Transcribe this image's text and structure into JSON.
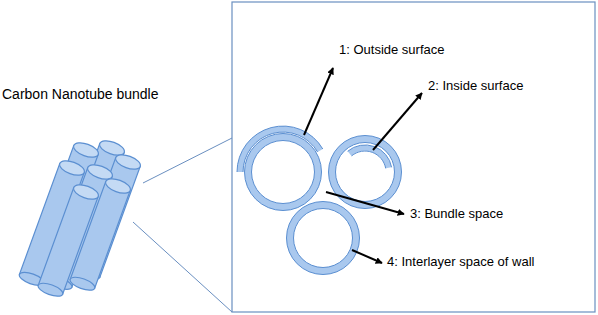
{
  "diagram": {
    "labels": [
      "Carbon Nanotube bundle",
      "1: Outside surface",
      "2: Inside surface",
      "3: Bundle space",
      "4: Interlayer space of wall"
    ]
  }
}
